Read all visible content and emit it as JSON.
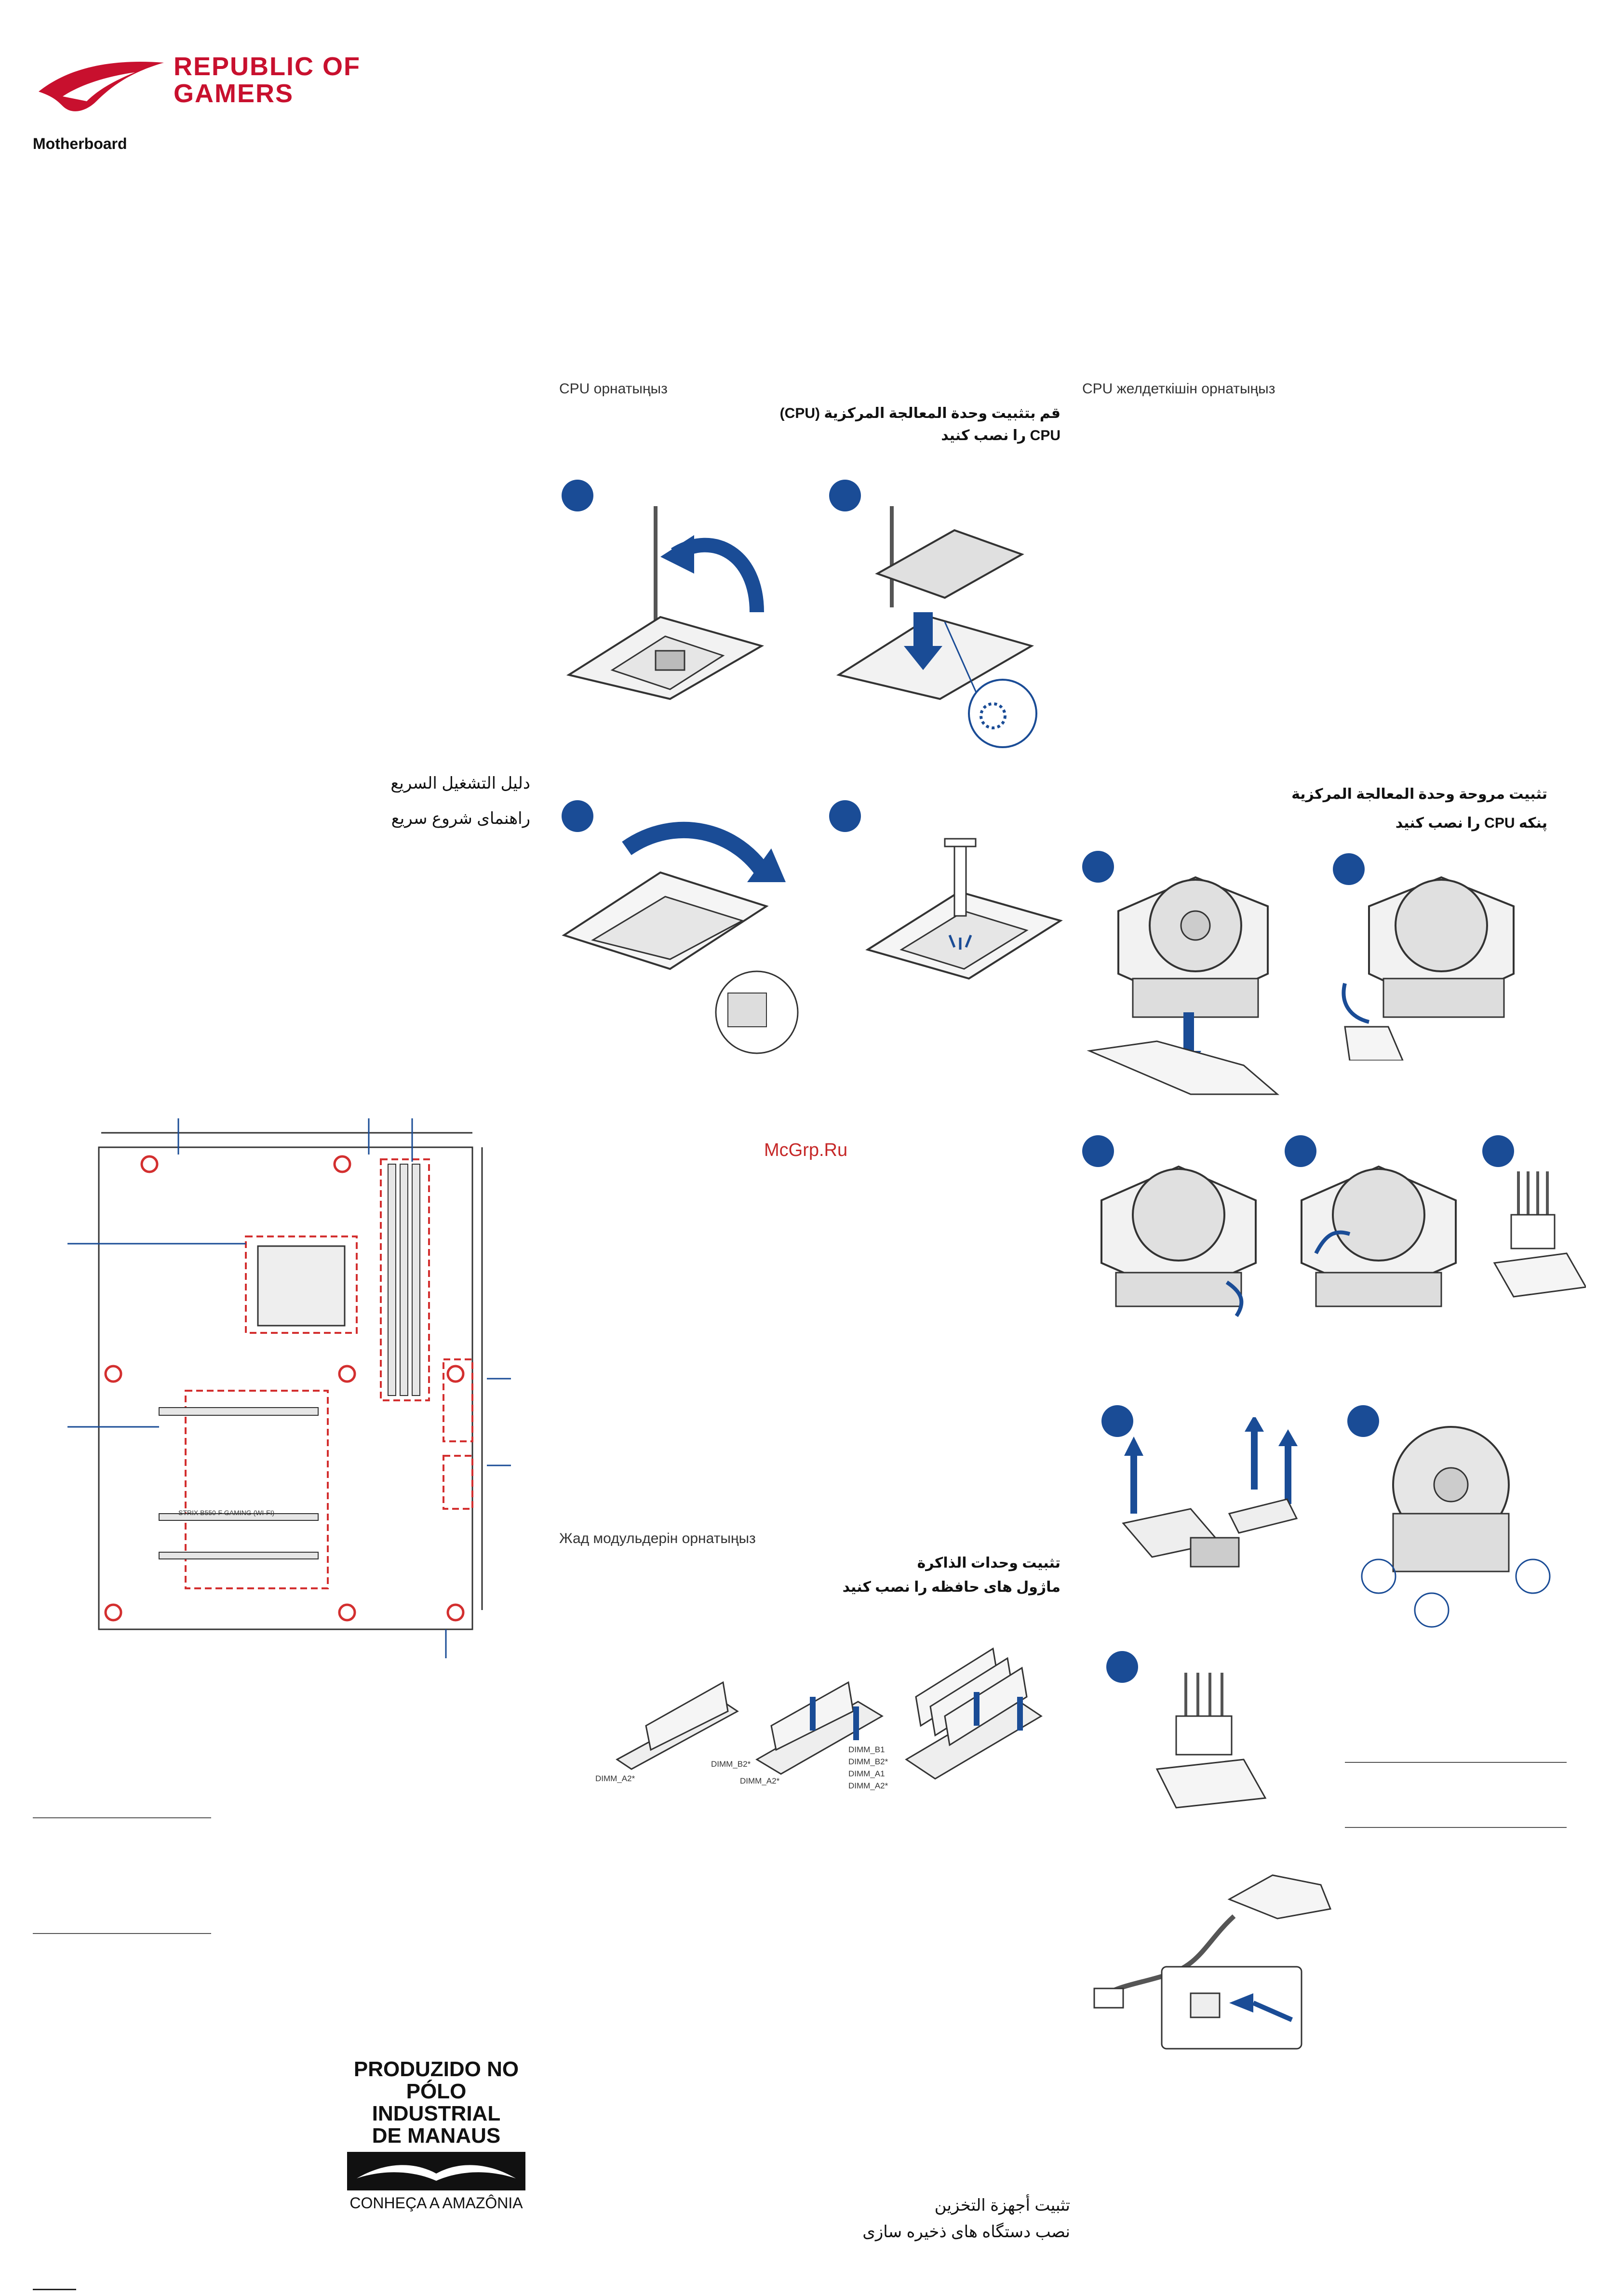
{
  "brand": {
    "name_line1": "REPUBLIC OF",
    "name_line2": "GAMERS",
    "product_type": "Motherboard",
    "logo_icon": "rog-eye-icon",
    "color": "#c8102e"
  },
  "cover": {
    "title_ar": "دليل التشغيل السريع",
    "title_fa": "راهنمای شروع سریع"
  },
  "sections": {
    "cpu": {
      "title_kk": "CPU орнатыңыз",
      "title_ar": "قم بتثبيت وحدة المعالجة المركزية (CPU)",
      "title_fa": "CPU را نصب کنید"
    },
    "cpu_fan": {
      "title_kk": "CPU желдеткішін орнатыңыз",
      "title_ar": "تثبيت مروحة وحدة المعالجة المركزية",
      "title_fa": "پنکه CPU را نصب کنید"
    },
    "memory": {
      "title_kk": "Жад модульдерін орнатыңыз",
      "title_ar": "تثبيت وحدات الذاكرة",
      "title_fa": "ماژول های حافظه را نصب کنید"
    },
    "storage": {
      "title_ar": "تثبيت أجهزة التخزين",
      "title_fa": "نصب دستگاه های ذخیره سازی"
    }
  },
  "dimm_labels": {
    "one": [
      "DIMM_A2*"
    ],
    "two": [
      "DIMM_B2*",
      "DIMM_A2*"
    ],
    "four": [
      "DIMM_B1",
      "DIMM_B2*",
      "DIMM_A1",
      "DIMM_A2*"
    ]
  },
  "board_model": "STRIX B550-F GAMING (WI-FI)",
  "watermark": "McGrp.Ru",
  "manaus": {
    "line1": "PRODUZIDO NO",
    "line2": "PÓLO INDUSTRIAL",
    "line3": "DE MANAUS",
    "footer": "CONHEÇA A AMAZÔNIA"
  },
  "colors": {
    "accent_blue": "#1a4c96",
    "brand_red": "#c8102e",
    "highlight_red": "#d32f2f"
  }
}
